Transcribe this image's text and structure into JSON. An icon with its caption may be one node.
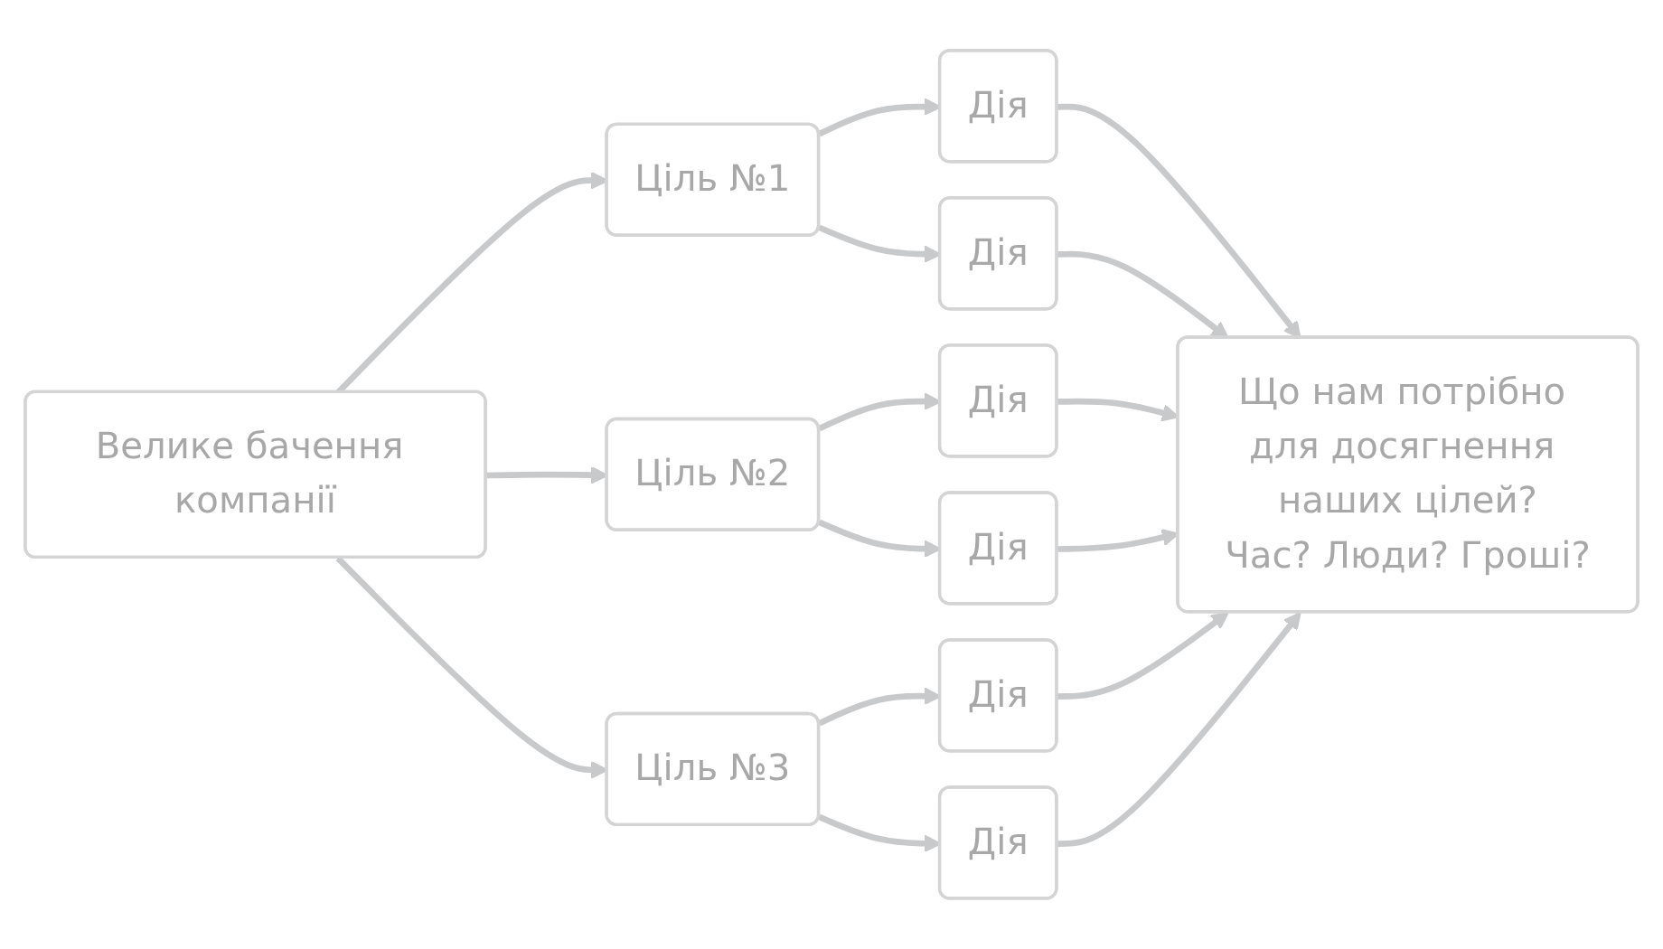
{
  "diagram": {
    "nodes": [
      {
        "text": [
          "Велике бачення компанії"
        ]
      },
      {
        "text": [
          "Ціль №1"
        ]
      },
      {
        "text": [
          "Дія"
        ]
      },
      {
        "text": [
          "Дія"
        ]
      },
      {
        "text": [
          "Ціль №2"
        ]
      },
      {
        "text": [
          "Дія"
        ]
      },
      {
        "text": [
          "Дія"
        ]
      },
      {
        "text": [
          "Ціль №3"
        ]
      },
      {
        "text": [
          "Дія"
        ]
      },
      {
        "text": [
          "Дія"
        ]
      },
      {
        "text": [
          "Що нам потрібно для досягнення наших цілей?",
          "Час? Люди? Гроші?"
        ]
      }
    ],
    "edges": [
      {
        "from": 0,
        "to": 1,
        "arrow": "to"
      },
      {
        "from": 0,
        "to": 4,
        "arrow": "to"
      },
      {
        "from": 0,
        "to": 7,
        "arrow": "to"
      },
      {
        "from": 1,
        "to": 2,
        "arrow": "to"
      },
      {
        "from": 1,
        "to": 3,
        "arrow": "to"
      },
      {
        "from": 4,
        "to": 5,
        "arrow": "to"
      },
      {
        "from": 4,
        "to": 6,
        "arrow": "to"
      },
      {
        "from": 7,
        "to": 8,
        "arrow": "to"
      },
      {
        "from": 7,
        "to": 9,
        "arrow": "to"
      },
      {
        "from": 2,
        "to": 10,
        "arrow": "to"
      },
      {
        "from": 3,
        "to": 10,
        "arrow": "to"
      },
      {
        "from": 5,
        "to": 10,
        "arrow": "to"
      },
      {
        "from": 6,
        "to": 10,
        "arrow": "to"
      },
      {
        "from": 8,
        "to": 10,
        "arrow": "to"
      },
      {
        "from": 9,
        "to": 10,
        "arrow": "to"
      }
    ]
  }
}
